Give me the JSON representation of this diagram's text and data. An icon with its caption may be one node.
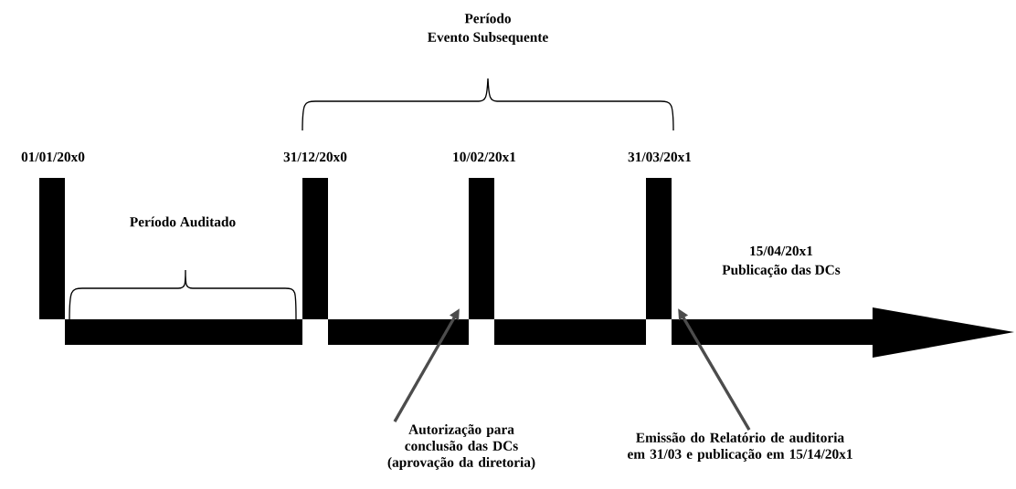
{
  "diagram": {
    "nodes": [
      {
        "text": [
          "Autorização para conclusão das DCs (aprovação da diretoria)"
        ]
      },
      {
        "text": [
          "Emissão do Relatório de auditoria em 31/03 e publicação em 15/14/20x1"
        ]
      }
    ],
    "edges": [
      {
        "from": 0,
        "to": null,
        "arrow": "to"
      },
      {
        "from": 1,
        "to": null,
        "arrow": "to"
      }
    ],
    "labels": [
      "Período",
      "Evento Subsequente",
      "01/01/20x0",
      "31/12/20x0",
      "10/02/20x1",
      "31/03/20x1",
      "Período Auditado",
      "15/04/20x1",
      "Publicação das DCs"
    ]
  }
}
